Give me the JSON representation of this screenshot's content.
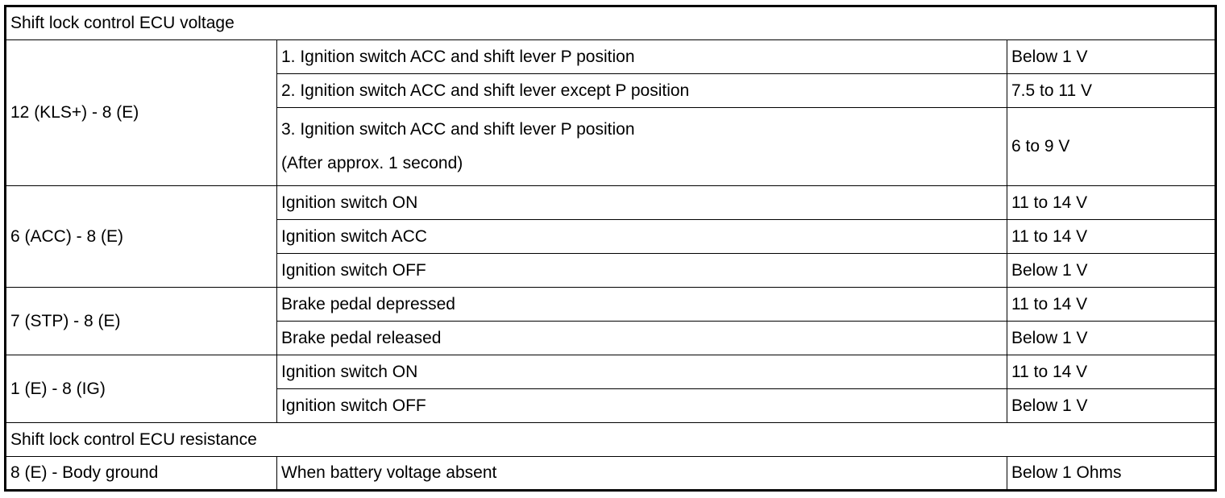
{
  "voltage_section": {
    "header": "Shift lock control ECU voltage",
    "groups": [
      {
        "terminal": "12 (KLS+) - 8 (E)",
        "rows": [
          {
            "condition": "1. Ignition switch ACC and shift lever P position",
            "spec": "Below 1 V"
          },
          {
            "condition": "2. Ignition switch ACC and shift lever except P position",
            "spec": "7.5 to 11 V"
          },
          {
            "condition": "3. Ignition switch ACC and shift lever P position",
            "condition_note": "(After approx. 1 second)",
            "spec": "6 to 9 V"
          }
        ]
      },
      {
        "terminal": "6 (ACC) - 8 (E)",
        "rows": [
          {
            "condition": "Ignition switch ON",
            "spec": "11 to 14 V"
          },
          {
            "condition": "Ignition switch ACC",
            "spec": "11 to 14 V"
          },
          {
            "condition": "Ignition switch OFF",
            "spec": "Below 1 V"
          }
        ]
      },
      {
        "terminal": "7 (STP) - 8 (E)",
        "rows": [
          {
            "condition": "Brake pedal depressed",
            "spec": "11 to 14 V"
          },
          {
            "condition": "Brake pedal released",
            "spec": "Below 1 V"
          }
        ]
      },
      {
        "terminal": "1 (E) - 8 (IG)",
        "rows": [
          {
            "condition": "Ignition switch ON",
            "spec": "11 to 14 V"
          },
          {
            "condition": "Ignition switch OFF",
            "spec": "Below 1 V"
          }
        ]
      }
    ]
  },
  "resistance_section": {
    "header": "Shift lock control ECU resistance",
    "rows": [
      {
        "terminal": "8 (E) - Body ground",
        "condition": "When battery voltage absent",
        "spec": "Below 1 Ohms"
      }
    ]
  }
}
